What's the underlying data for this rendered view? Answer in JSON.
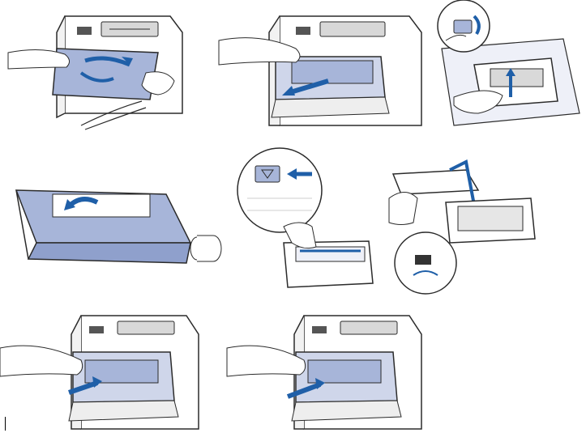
{
  "illustration": {
    "subject": "toner-cartridge-replacement-steps",
    "steps": [
      {
        "id": 1,
        "icon": "open-front-cover-icon"
      },
      {
        "id": 2,
        "icon": "remove-drum-toner-assembly-icon"
      },
      {
        "id": 3,
        "icon": "separate-toner-from-drum-icon"
      },
      {
        "id": 4,
        "icon": "unpack-new-toner-cartridge-icon"
      },
      {
        "id": 5,
        "icon": "clean-corona-wire-icon"
      },
      {
        "id": 6,
        "icon": "insert-toner-into-drum-icon"
      },
      {
        "id": 7,
        "icon": "reinsert-drum-assembly-icon"
      },
      {
        "id": 8,
        "icon": "push-assembly-into-printer-icon"
      }
    ]
  },
  "colors": {
    "outline": "#2b2b2b",
    "fill_light": "#ffffff",
    "fill_gray": "#e6e6e6",
    "accent_blue": "#1f5fa8",
    "toner_blue": "#a7b5d9",
    "paper_tint": "#eef0f8"
  }
}
